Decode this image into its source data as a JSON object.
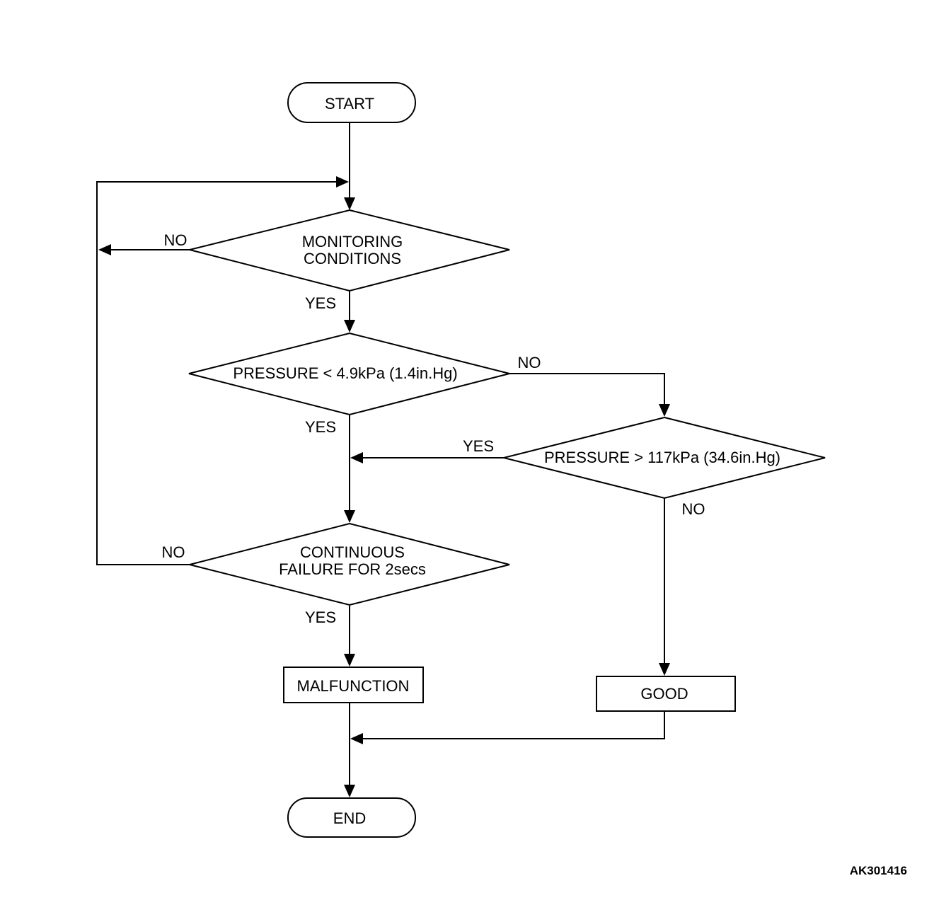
{
  "nodes": {
    "start": "START",
    "monitoring": [
      "MONITORING",
      "CONDITIONS"
    ],
    "pressure_low": "PRESSURE < 4.9kPa (1.4in.Hg)",
    "pressure_high": "PRESSURE > 117kPa (34.6in.Hg)",
    "continuous": [
      "CONTINUOUS",
      "FAILURE FOR 2secs"
    ],
    "malfunction": "MALFUNCTION",
    "good": "GOOD",
    "end": "END"
  },
  "edges": {
    "monitoring_no": "NO",
    "monitoring_yes": "YES",
    "pressure_low_no": "NO",
    "pressure_low_yes": "YES",
    "pressure_high_yes": "YES",
    "pressure_high_no": "NO",
    "continuous_no": "NO",
    "continuous_yes": "YES"
  },
  "figure_code": "AK301416"
}
